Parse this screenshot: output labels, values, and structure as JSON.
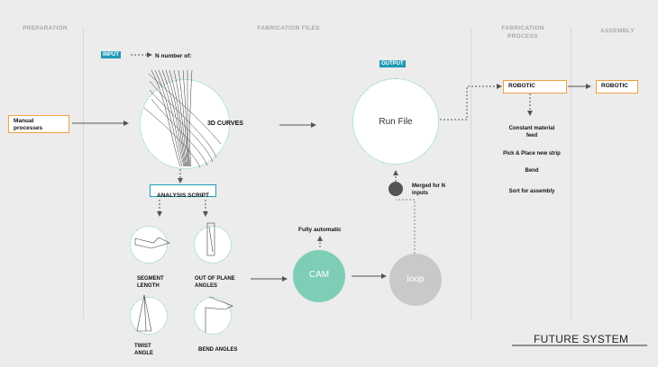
{
  "columns": {
    "preparation": "PREPARATION",
    "fabrication_files": "FABRICATION FILES",
    "fabrication_process": "FABRICATION\nPROCESS",
    "assembly": "ASSEMBLY"
  },
  "input_tag": "INPUT",
  "n_number_label": "N number of:",
  "manual_processes": "Manual\nprocesses",
  "curves_label": "3D CURVES",
  "analysis_script": "ANALYSIS SCRIPT",
  "analysis_items": {
    "segment_length": "SEGMENT\nLENGTH",
    "out_of_plane": "OUT OF PLANE\nANGLES",
    "twist_angle": "TWIST\nANGLE",
    "bend_angles": "BEND ANGLES"
  },
  "output_tag": "OUTPUT",
  "run_file": "Run File",
  "merged_label": "Merged for N\ninputs",
  "fully_automatic": "Fully automatic",
  "cam_label": "CAM",
  "loop_label": "loop",
  "robotic_process": "ROBOTIC",
  "robotic_assembly": "ROBOTIC",
  "process_steps": [
    "Constant material\nfeed",
    "Pick & Place new strip",
    "Bend",
    "Sort for assembly"
  ],
  "footer_title": "FUTURE SYSTEM",
  "colors": {
    "input_tag": "#1f9bb5",
    "output_tag": "#1f9bb5",
    "accent_orange": "#f0a040",
    "cam_fill": "#7ecdb6",
    "loop_fill": "#c9c9c9",
    "merge_dot": "#555555"
  }
}
